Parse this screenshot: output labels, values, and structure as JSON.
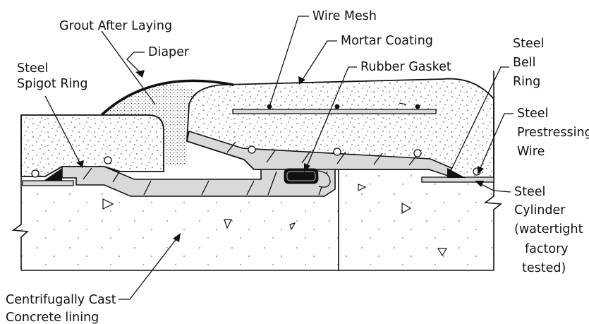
{
  "labels": {
    "grout": "Grout After Laying",
    "wire_mesh": "Wire Mesh",
    "diaper": "Diaper",
    "mortar_coating": "Mortar Coating",
    "rubber_gasket": "Rubber Gasket",
    "spigot_line1": "Steel",
    "spigot_line2": "Spigot Ring",
    "bell_line1": "Steel",
    "bell_line2": "Bell",
    "bell_line3": "Ring",
    "prestress_line1": "Steel",
    "prestress_line2": "Prestressing",
    "prestress_line3": "Wire",
    "cylinder_line1": "Steel",
    "cylinder_line2": "Cylinder",
    "cylinder_line3": "(watertight",
    "cylinder_line4": "factory",
    "cylinder_line5": "tested)",
    "lining_line1": "Centrifugally Cast",
    "lining_line2": "Concrete lining"
  },
  "colors": {
    "line": "#111111",
    "steel_fill": "#d9d9d9",
    "gasket": "#111111",
    "background": "#ffffff"
  }
}
